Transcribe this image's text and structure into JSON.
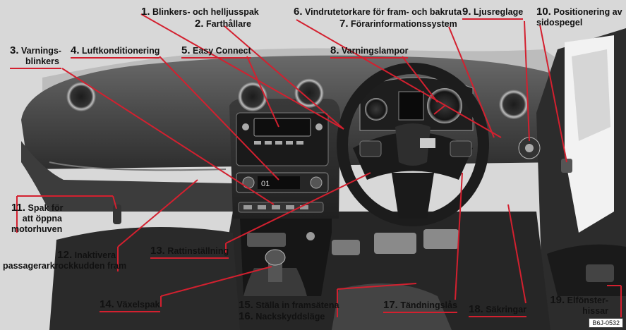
{
  "figure_code": "B6J-0532",
  "display_text": "01",
  "labels": [
    {
      "id": 1,
      "num": "1.",
      "text": "Blinkers- och helljusspak"
    },
    {
      "id": 2,
      "num": "2.",
      "text": "Farthållare"
    },
    {
      "id": 3,
      "num": "3.",
      "text": "Varnings-",
      "text2": "blinkers"
    },
    {
      "id": 4,
      "num": "4.",
      "text": "Luftkonditionering"
    },
    {
      "id": 5,
      "num": "5.",
      "text": "Easy Connect"
    },
    {
      "id": 6,
      "num": "6.",
      "text": "Vindrutetorkare för fram- och bakruta"
    },
    {
      "id": 7,
      "num": "7.",
      "text": "Förarinformationssystem"
    },
    {
      "id": 8,
      "num": "8.",
      "text": "Varningslampor"
    },
    {
      "id": 9,
      "num": "9.",
      "text": "Ljusreglage"
    },
    {
      "id": 10,
      "num": "10.",
      "text": "Positionering av",
      "text2": "sidospegel"
    },
    {
      "id": 11,
      "num": "11.",
      "text": "Spak för",
      "text2": "att öppna",
      "text3": "motorhuven"
    },
    {
      "id": 12,
      "num": "12.",
      "text": "Inaktivera",
      "text2": "passagerarkrockkudden fram"
    },
    {
      "id": 13,
      "num": "13.",
      "text": "Rattinställning"
    },
    {
      "id": 14,
      "num": "14.",
      "text": "Växelspak"
    },
    {
      "id": 15,
      "num": "15.",
      "text": "Ställa in framsätena"
    },
    {
      "id": 16,
      "num": "16.",
      "text": "Nackskyddsläge"
    },
    {
      "id": 17,
      "num": "17.",
      "text": "Tändningslås"
    },
    {
      "id": 18,
      "num": "18.",
      "text": "Säkringar"
    },
    {
      "id": 19,
      "num": "19.",
      "text": "Elfönster-",
      "text2": "hissar"
    }
  ]
}
